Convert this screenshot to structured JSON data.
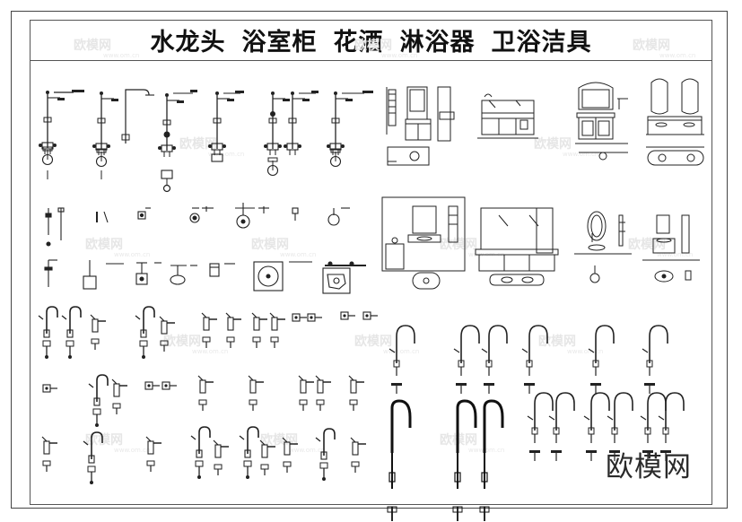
{
  "title": {
    "items": [
      "水龙头",
      "浴室柜",
      "花洒",
      "淋浴器",
      "卫浴洁具"
    ]
  },
  "brand": "欧模网",
  "watermark": {
    "text": "欧模网",
    "url": "www.om.cn"
  },
  "colors": {
    "line": "#222222",
    "frame": "#444444",
    "watermark": "#e6e6e6"
  }
}
